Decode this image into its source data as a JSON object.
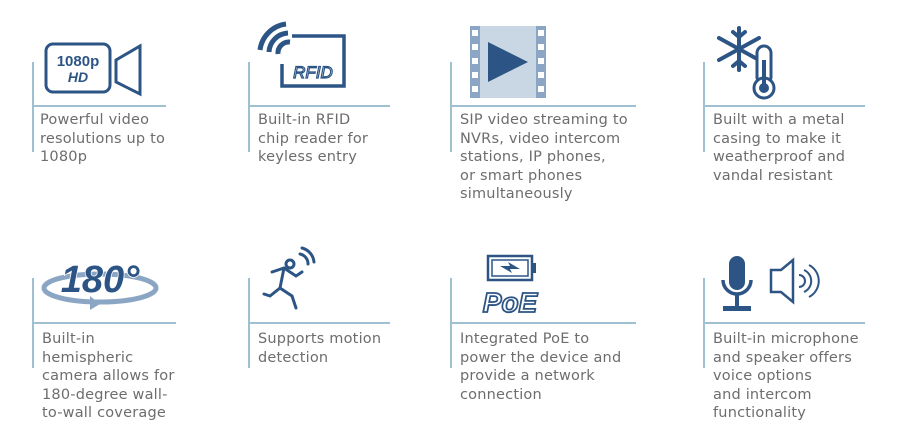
{
  "colors": {
    "icon": "#2c5585",
    "icon_light": "#8ba6c4",
    "rule": "#9fc0d0",
    "text": "#6d6d6d"
  },
  "features": [
    {
      "icon": "video-camera-1080p-icon",
      "icon_text": [
        "1080p",
        "HD"
      ],
      "text": "Powerful video\nresolutions up to\n1080p"
    },
    {
      "icon": "rfid-card-icon",
      "icon_text": [
        "RFID"
      ],
      "text": "Built-in RFID\nchip reader for\nkeyless entry"
    },
    {
      "icon": "video-film-play-icon",
      "text": "SIP video streaming to\nNVRs, video intercom\nstations, IP phones,\nor smart phones\nsimultaneously"
    },
    {
      "icon": "snowflake-thermometer-icon",
      "text": "Built with a metal\ncasing to make it\nweatherproof and\nvandal resistant"
    },
    {
      "icon": "rotation-180-icon",
      "icon_text": [
        "180°"
      ],
      "text": "Built-in\nhemispheric\ncamera allows for\n180-degree wall-\nto-wall coverage"
    },
    {
      "icon": "running-person-motion-icon",
      "text": "Supports motion\ndetection"
    },
    {
      "icon": "poe-battery-icon",
      "icon_text": [
        "PoE"
      ],
      "text": "Integrated PoE to\npower the device and\nprovide a network\nconnection"
    },
    {
      "icon": "microphone-speaker-icon",
      "text": "Built-in microphone\nand speaker offers\nvoice options\nand intercom\nfunctionality"
    }
  ]
}
